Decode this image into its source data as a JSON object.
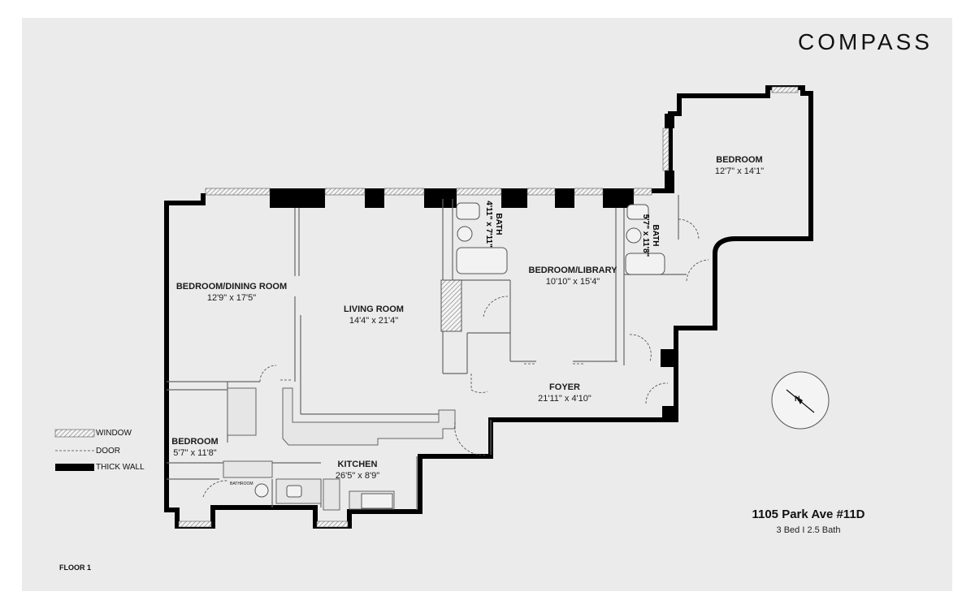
{
  "brand": "COMPASS",
  "listing": {
    "address": "1105 Park Ave #11D",
    "summary": "3 Bed I 2.5 Bath"
  },
  "floor_label": "FLOOR 1",
  "legend": [
    {
      "label": "WINDOW",
      "symbol": "hatched-bar"
    },
    {
      "label": "DOOR",
      "symbol": "dashed-line"
    },
    {
      "label": "THICK WALL",
      "symbol": "solid-black-bar"
    }
  ],
  "rooms": {
    "bedroom_dining": {
      "name": "BEDROOM/DINING ROOM",
      "dims": "12'9\" x 17'5\""
    },
    "living": {
      "name": "LIVING ROOM",
      "dims": "14'4\" x 21'4\""
    },
    "bath1": {
      "name": "BATH",
      "dims": "4'11\" x 7'11\""
    },
    "bedroom_library": {
      "name": "BEDROOM/LIBRARY",
      "dims": "10'10\" x 15'4\""
    },
    "bath2": {
      "name": "BATH",
      "dims": "5'7\" x 11'8\""
    },
    "bedroom_ne": {
      "name": "BEDROOM",
      "dims": "12'7\" x 14'1\""
    },
    "foyer": {
      "name": "FOYER",
      "dims": "21'11\" x 4'10\""
    },
    "bedroom_small": {
      "name": "BEDROOM",
      "dims": "5'7\" x 11'8\""
    },
    "kitchen": {
      "name": "KITCHEN",
      "dims": "26'5\" x 8'9\""
    },
    "bathroom_small": {
      "name": "BATHROOM"
    }
  },
  "compass": {
    "north_label": "N"
  },
  "colors": {
    "wall": "#000000",
    "background": "#ebebeb",
    "fixture_line": "#555555"
  }
}
